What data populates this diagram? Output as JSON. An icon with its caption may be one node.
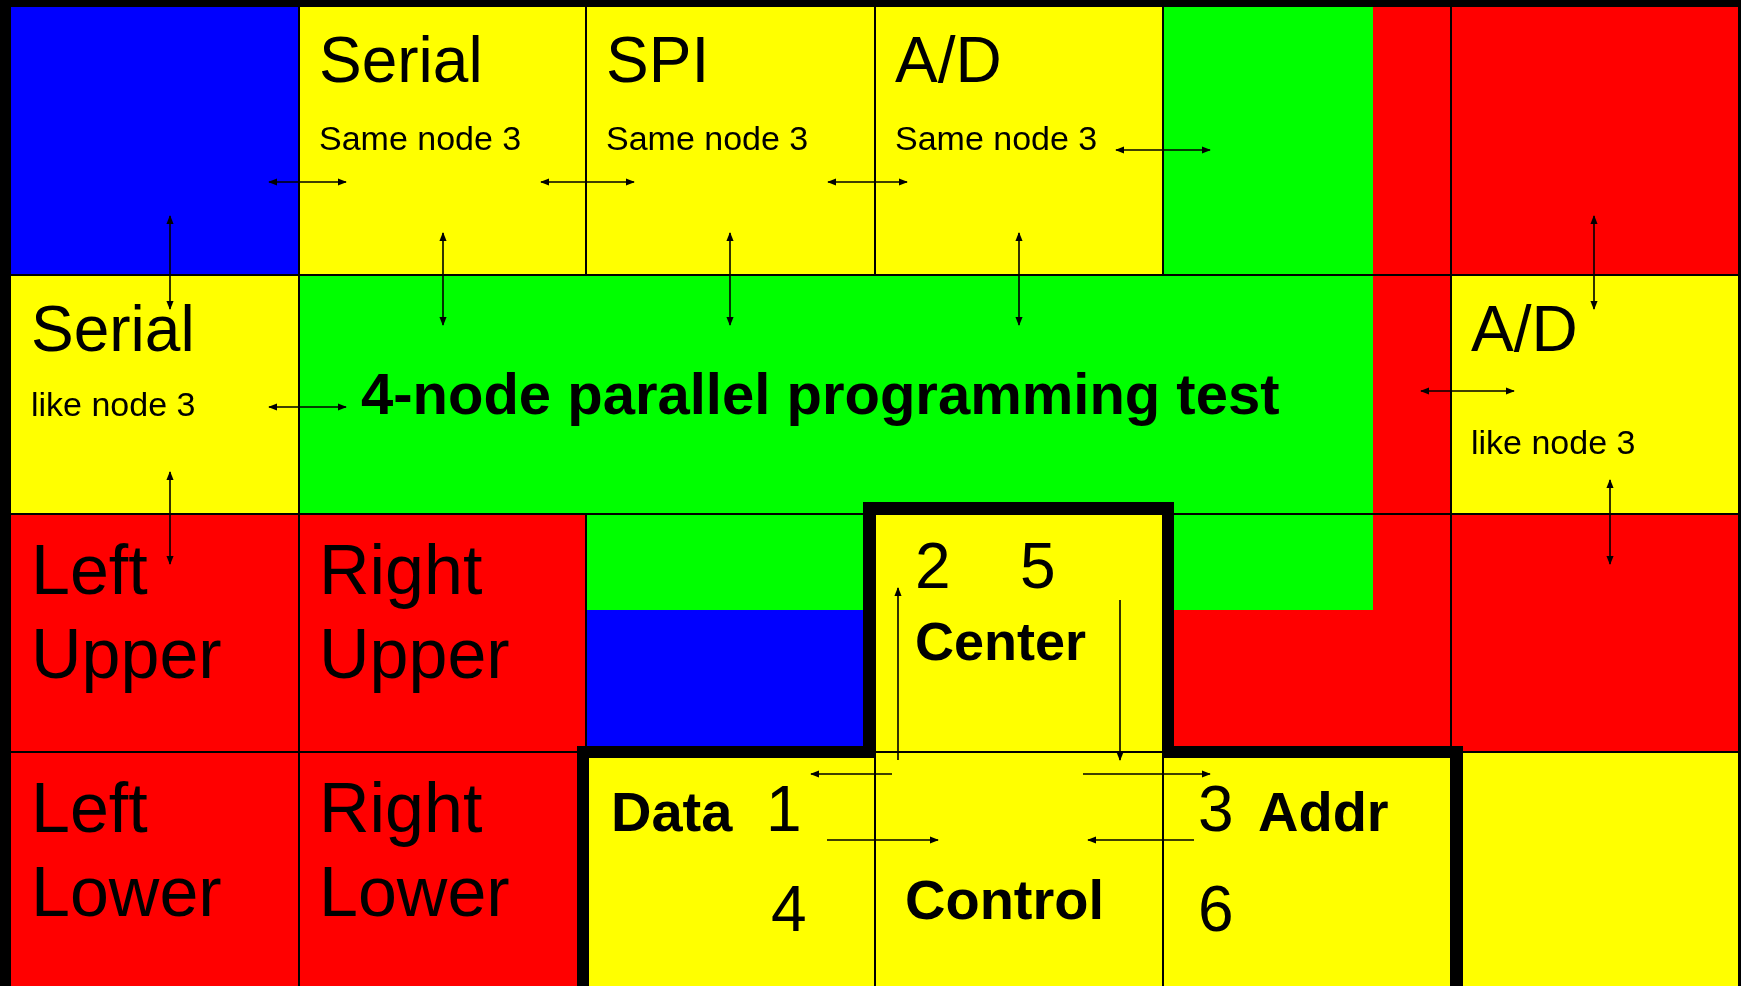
{
  "diagram": {
    "nodes": [
      {
        "text": [
          "Serial",
          "Same node 3"
        ]
      },
      {
        "text": [
          "SPI",
          "Same node 3"
        ]
      },
      {
        "text": [
          "A/D",
          "Same node 3"
        ]
      },
      {
        "text": [
          "Serial",
          "like node 3"
        ]
      },
      {
        "text": [
          "4-node parallel programming test"
        ]
      },
      {
        "text": [
          "A/D",
          "like node 3"
        ]
      },
      {
        "text": [
          "Left Upper"
        ]
      },
      {
        "text": [
          "Right Upper"
        ]
      },
      {
        "text": [
          "Left Lower"
        ]
      },
      {
        "text": [
          "Right Lower"
        ]
      },
      {
        "text": [
          "2",
          "5",
          "Center"
        ]
      },
      {
        "text": [
          "Data",
          "1",
          "4"
        ]
      },
      {
        "text": [
          "Control"
        ]
      },
      {
        "text": [
          "3",
          "Addr",
          "6"
        ]
      },
      {
        "text": [],
        "shape": "box"
      },
      {
        "text": [],
        "shape": "box"
      },
      {
        "text": [],
        "shape": "box"
      },
      {
        "text": [],
        "shape": "box"
      },
      {
        "text": [],
        "shape": "box"
      },
      {
        "text": [],
        "shape": "box"
      },
      {
        "text": [],
        "shape": "box"
      },
      {
        "text": [],
        "shape": "box"
      },
      {
        "text": [],
        "shape": "box"
      },
      {
        "text": [],
        "shape": "box"
      },
      {
        "text": [],
        "shape": "box"
      }
    ],
    "edges": [
      {
        "from": 14,
        "to": 0,
        "arrow": "both"
      },
      {
        "from": 0,
        "to": 1,
        "arrow": "both"
      },
      {
        "from": 1,
        "to": 2,
        "arrow": "both"
      },
      {
        "from": 2,
        "to": 15,
        "arrow": "both"
      },
      {
        "from": 14,
        "to": 3,
        "arrow": "both"
      },
      {
        "from": 0,
        "to": 4,
        "arrow": "both"
      },
      {
        "from": 1,
        "to": 4,
        "arrow": "both"
      },
      {
        "from": 2,
        "to": 4,
        "arrow": "both"
      },
      {
        "from": 16,
        "to": 5,
        "arrow": "both"
      },
      {
        "from": 3,
        "to": 4,
        "arrow": "both"
      },
      {
        "from": 18,
        "to": 5,
        "arrow": "both"
      },
      {
        "from": 3,
        "to": 6,
        "arrow": "both"
      },
      {
        "from": 5,
        "to": 17,
        "arrow": "both"
      },
      {
        "from": 12,
        "to": 11,
        "arrow": "to"
      },
      {
        "from": 12,
        "to": 10,
        "arrow": "to"
      },
      {
        "from": 10,
        "to": 12,
        "arrow": "to"
      },
      {
        "from": 12,
        "to": 13,
        "arrow": "to"
      },
      {
        "from": 11,
        "to": 12,
        "arrow": "to"
      },
      {
        "from": 13,
        "to": 12,
        "arrow": "to"
      }
    ]
  }
}
